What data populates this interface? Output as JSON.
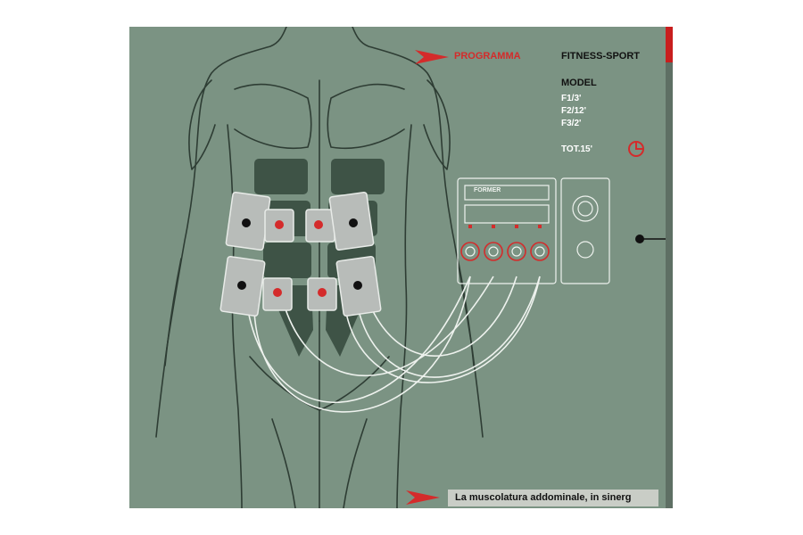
{
  "program": {
    "label": "PROGRAMMA",
    "value": "FITNESS-SPORT"
  },
  "model": {
    "title": "MODEL",
    "lines": [
      "F1/3'",
      "F2/12'",
      "F3/2'"
    ],
    "total": "TOT.15'"
  },
  "device": {
    "brand": "FORMER"
  },
  "caption": "La muscolatura addominale, in sinerg",
  "colors": {
    "background": "#7b9383",
    "accent": "#d42b2b",
    "electrode": "#b8bcb9",
    "ink": "#2e3d34"
  },
  "icons": [
    "arrow-pointer-icon",
    "clock-icon"
  ]
}
